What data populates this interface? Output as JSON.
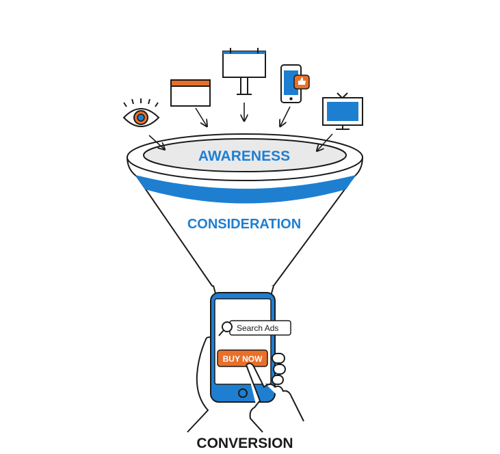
{
  "stages": {
    "awareness": "AWARENESS",
    "consideration": "CONSIDERATION",
    "conversion": "CONVERSION"
  },
  "phone": {
    "search_text": "Search Ads",
    "button_label": "BUY NOW"
  },
  "colors": {
    "blue": "#1e7fd1",
    "orange": "#e8702a",
    "outline": "#1a1a1a",
    "rim_fill": "#e9e9e9"
  },
  "icons": [
    "eye-icon",
    "browser-window-icon",
    "billboard-icon",
    "smartphone-like-icon",
    "tv-icon",
    "magnifier-icon",
    "pointing-hand-icon"
  ]
}
